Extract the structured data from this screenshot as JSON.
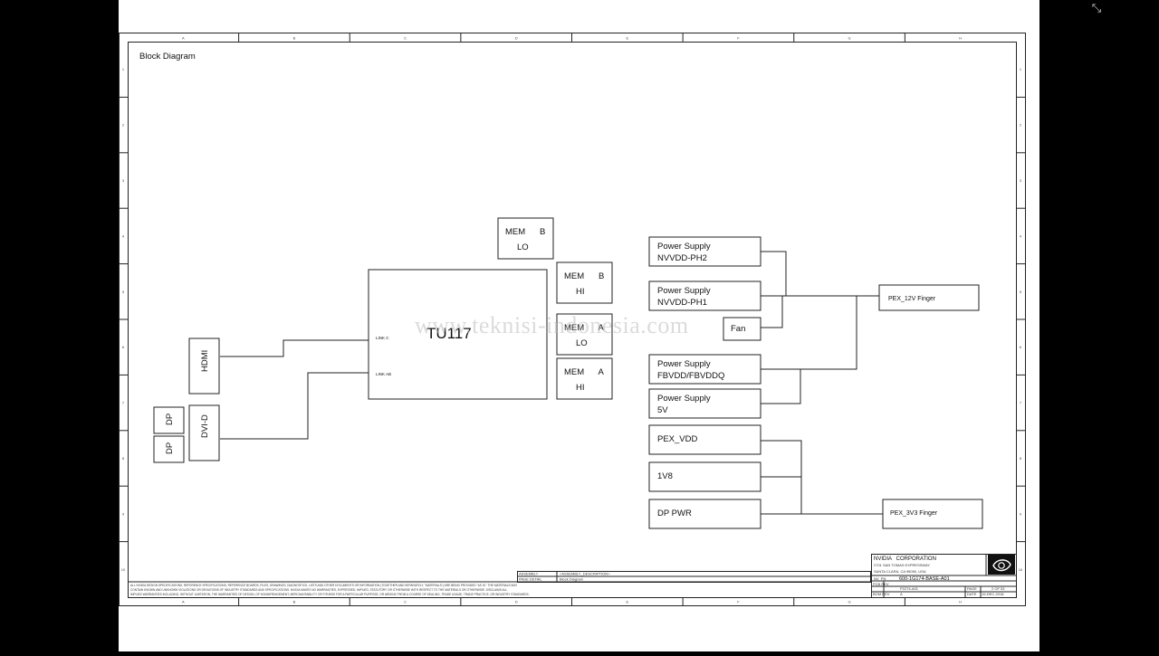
{
  "viewer": {
    "exit_fullscreen_icon": "exit-fullscreen-icon",
    "exit_glyph": "⤡"
  },
  "sheet": {
    "title": "Block Diagram",
    "watermark": "www.teknisi-indonesia.com",
    "zones_top": [
      "A",
      "B",
      "C",
      "D",
      "E",
      "F",
      "G",
      "H"
    ],
    "zones_side": [
      "1",
      "2",
      "3",
      "4",
      "5",
      "6",
      "7",
      "8",
      "9",
      "10"
    ]
  },
  "blocks": {
    "gpu": "TU117",
    "gpu_link_c": "LINK C",
    "gpu_link_ab": "LINK AB",
    "mem_b_lo": [
      "MEM      B",
      "LO"
    ],
    "mem_b_hi": [
      "MEM      B",
      "HI"
    ],
    "mem_a_lo": [
      "MEM      A",
      "LO"
    ],
    "mem_a_hi": [
      "MEM      A",
      "HI"
    ],
    "hdmi": "HDMI",
    "dvi": "DVI-D",
    "dp1": "DP",
    "dp2": "DP",
    "ps_nvvdd_ph2": [
      "Power Supply",
      "NVVDD-PH2"
    ],
    "ps_nvvdd_ph1": [
      "Power Supply",
      "NVVDD-PH1"
    ],
    "fan": "Fan",
    "ps_fbvdd": [
      "Power Supply",
      "FBVDD/FBVDDQ"
    ],
    "ps_5v": [
      "Power Supply",
      "5V"
    ],
    "pex_vdd": "PEX_VDD",
    "v1v8": "1V8",
    "dp_pwr": "DP PWR",
    "pex_12v": "PEX_12V Finger",
    "pex_3v3": "PEX_3V3 Finger"
  },
  "title_block": {
    "company": "NVIDIA   CORPORATION",
    "address1": "2701 SAN TOMAS EXPRESSWAY",
    "address2": "SANTA CLARA, CA 95050, USA",
    "pn_label": "NV_PN",
    "pn": "600-1G174-BASE-A01",
    "size_label": "PCB REV",
    "pcb": "P2274-A01",
    "page_label": "PAGE",
    "page": "2 OF 53",
    "bom_label": "BOM REV",
    "bom": "A",
    "date_label": "DATE",
    "date": "19-DEC-2018",
    "assembly_label": "ASSEMBLY",
    "assembly": "<ASSEMBLY_DESCRIPTION>",
    "page_detail_label": "PAGE DETAIL",
    "page_detail": "Block Diagram",
    "disclaimer1": "ALL NVIDIA DESIGN SPECIFICATIONS, REFERENCE SPECIFICATIONS, REFERENCE BOARDS, FILES, DRAWINGS, DIAGNOSTICS, LISTS AND OTHER DOCUMENTS OR INFORMATION (TOGETHER AND SEPARATELY, \"MATERIALS\") ARE BEING PROVIDED \"AS IS.\" THE MATERIALS MAY",
    "disclaimer2": "CONTAIN KNOWN AND UNKNOWN VIOLATIONS OR DEVIATIONS OF INDUSTRY STANDARDS AND SPECIFICATIONS. NVIDIA MAKES NO WARRANTIES, EXPRESSED, IMPLIED, STATUTORY OR OTHERWISE WITH RESPECT TO THE MATERIALS OR OTHERWISE. DISCLAIMS ALL",
    "disclaimer3": "IMPLIED WARRANTIES INCLUDING, WITHOUT LIMITATION, THE WARRANTIES OF DESIGN, OF NONINFRINGEMENT, MERCHANTABILITY OR FITNESS FOR A PARTICULAR PURPOSE, OR ARISING FROM A COURSE OF DEALING, TRADE USAGE, TRADE PRACTICE, OR INDUSTRY STANDARDS."
  }
}
